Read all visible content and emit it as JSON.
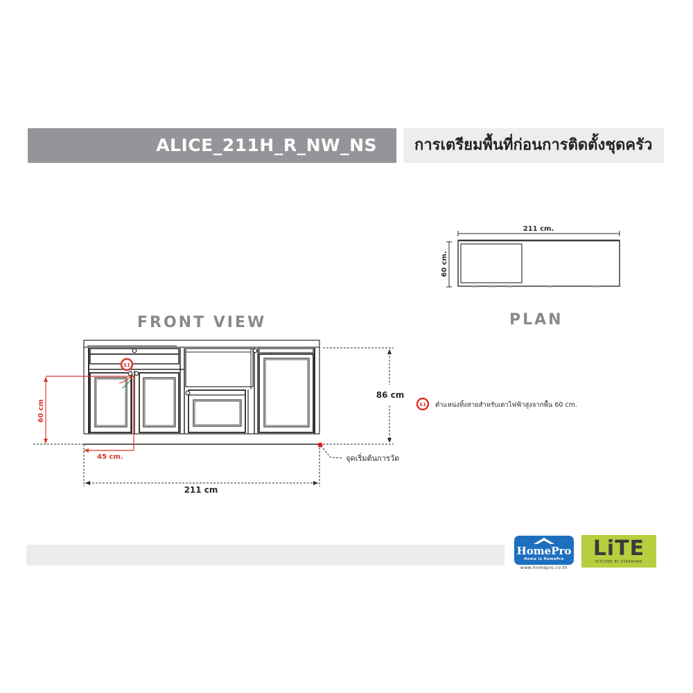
{
  "header": {
    "model_code": "ALICE_211H_R_NW_NS",
    "subtitle": "การเตรียมพื้นที่ก่อนการติดตั้งชุดครัว"
  },
  "front_view": {
    "label": "FRONT VIEW",
    "height_dimension": "86 cm",
    "width_dimension": "211 cm",
    "outlet_height_dimension": "60 cm",
    "outlet_offset_dimension": "45 cm.",
    "start_point_label": "จุดเริ่มต้นการวัด",
    "outlet_marker": "S1"
  },
  "plan_view": {
    "label": "PLAN",
    "width_dimension": "211 cm.",
    "depth_dimension": "60 cm."
  },
  "legend": {
    "marker": "S1",
    "description": "ตำแหน่งทิ้งสายสำหรับเตาไฟฟ้าสูงจากพื้น 60 cm."
  },
  "logos": {
    "homepro": {
      "name": "HomePro",
      "tagline": "Home is HomePro",
      "url": "www.homepro.co.th",
      "color": "#1f6fbf"
    },
    "lite": {
      "name": "LiTE",
      "tagline": "KITCHEN BY STARMARK",
      "color": "#b5cf3e"
    }
  },
  "colors": {
    "title_bar": "#939598",
    "subtitle_bar": "#ededee",
    "dimension_red": "#d9342b",
    "line": "#2a2a2a"
  }
}
